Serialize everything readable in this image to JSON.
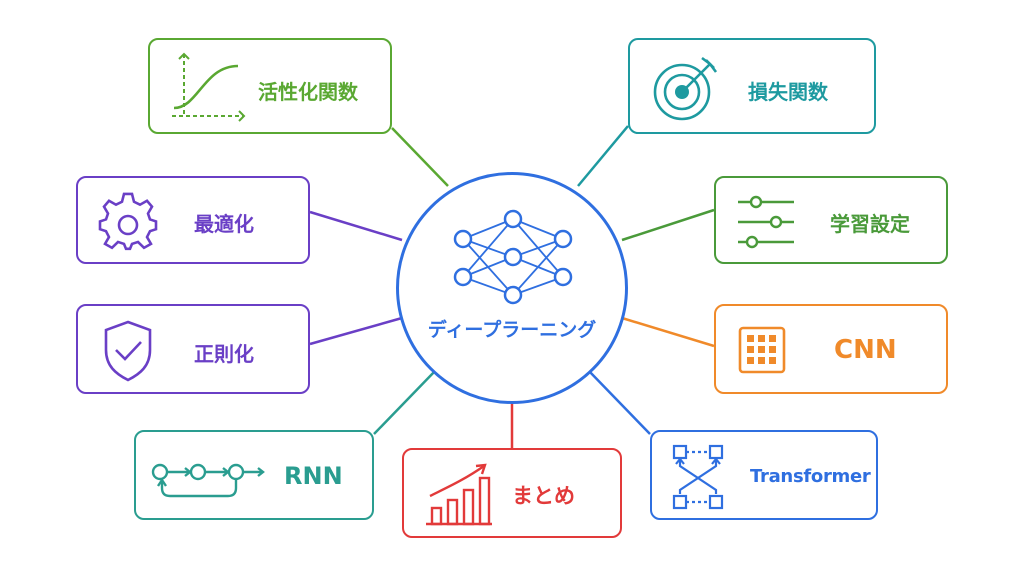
{
  "center": {
    "label": "ディープラーニング",
    "color": "#2f6fe0",
    "icon": "neural-network-icon"
  },
  "nodes": [
    {
      "key": "activation",
      "label": "活性化関数",
      "color": "#5aa832",
      "icon": "sigmoid-curve-icon"
    },
    {
      "key": "loss",
      "label": "損失関数",
      "color": "#1e9aa0",
      "icon": "target-icon"
    },
    {
      "key": "optimization",
      "label": "最適化",
      "color": "#6a3fc6",
      "icon": "gear-icon"
    },
    {
      "key": "training-settings",
      "label": "学習設定",
      "color": "#4a9a3a",
      "icon": "sliders-icon"
    },
    {
      "key": "regularization",
      "label": "正則化",
      "color": "#6a3fc6",
      "icon": "shield-check-icon"
    },
    {
      "key": "cnn",
      "label": "CNN",
      "color": "#f08a2a",
      "icon": "grid-icon"
    },
    {
      "key": "rnn",
      "label": "RNN",
      "color": "#2a9d90",
      "icon": "recurrent-loop-icon"
    },
    {
      "key": "summary",
      "label": "まとめ",
      "color": "#e23a3a",
      "icon": "bar-chart-growth-icon"
    },
    {
      "key": "transformer",
      "label": "Transformer",
      "color": "#2f6fe0",
      "icon": "attention-cross-icon"
    }
  ]
}
